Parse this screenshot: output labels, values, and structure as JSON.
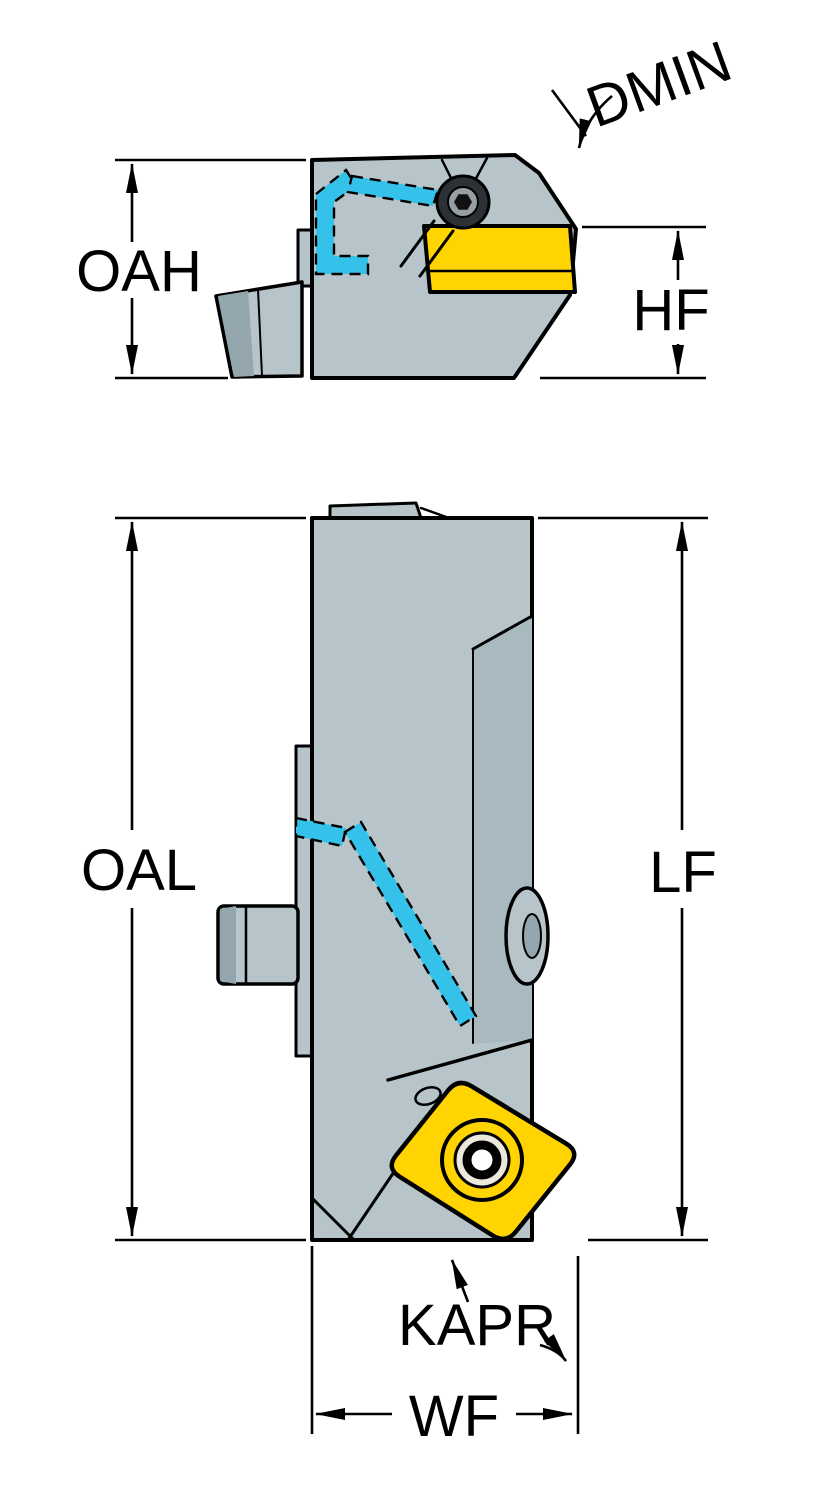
{
  "diagram": {
    "labels": {
      "dmin": "DMIN",
      "oah": "OAH",
      "hf": "HF",
      "oal": "OAL",
      "lf": "LF",
      "kapr": "KAPR",
      "wf": "WF"
    },
    "colors": {
      "body": "#b7c5cb",
      "body_shade": "#93a6ad",
      "insert": "#ffd400",
      "coolant": "#35c2ea",
      "outline": "#000000",
      "background": "#ffffff"
    }
  }
}
